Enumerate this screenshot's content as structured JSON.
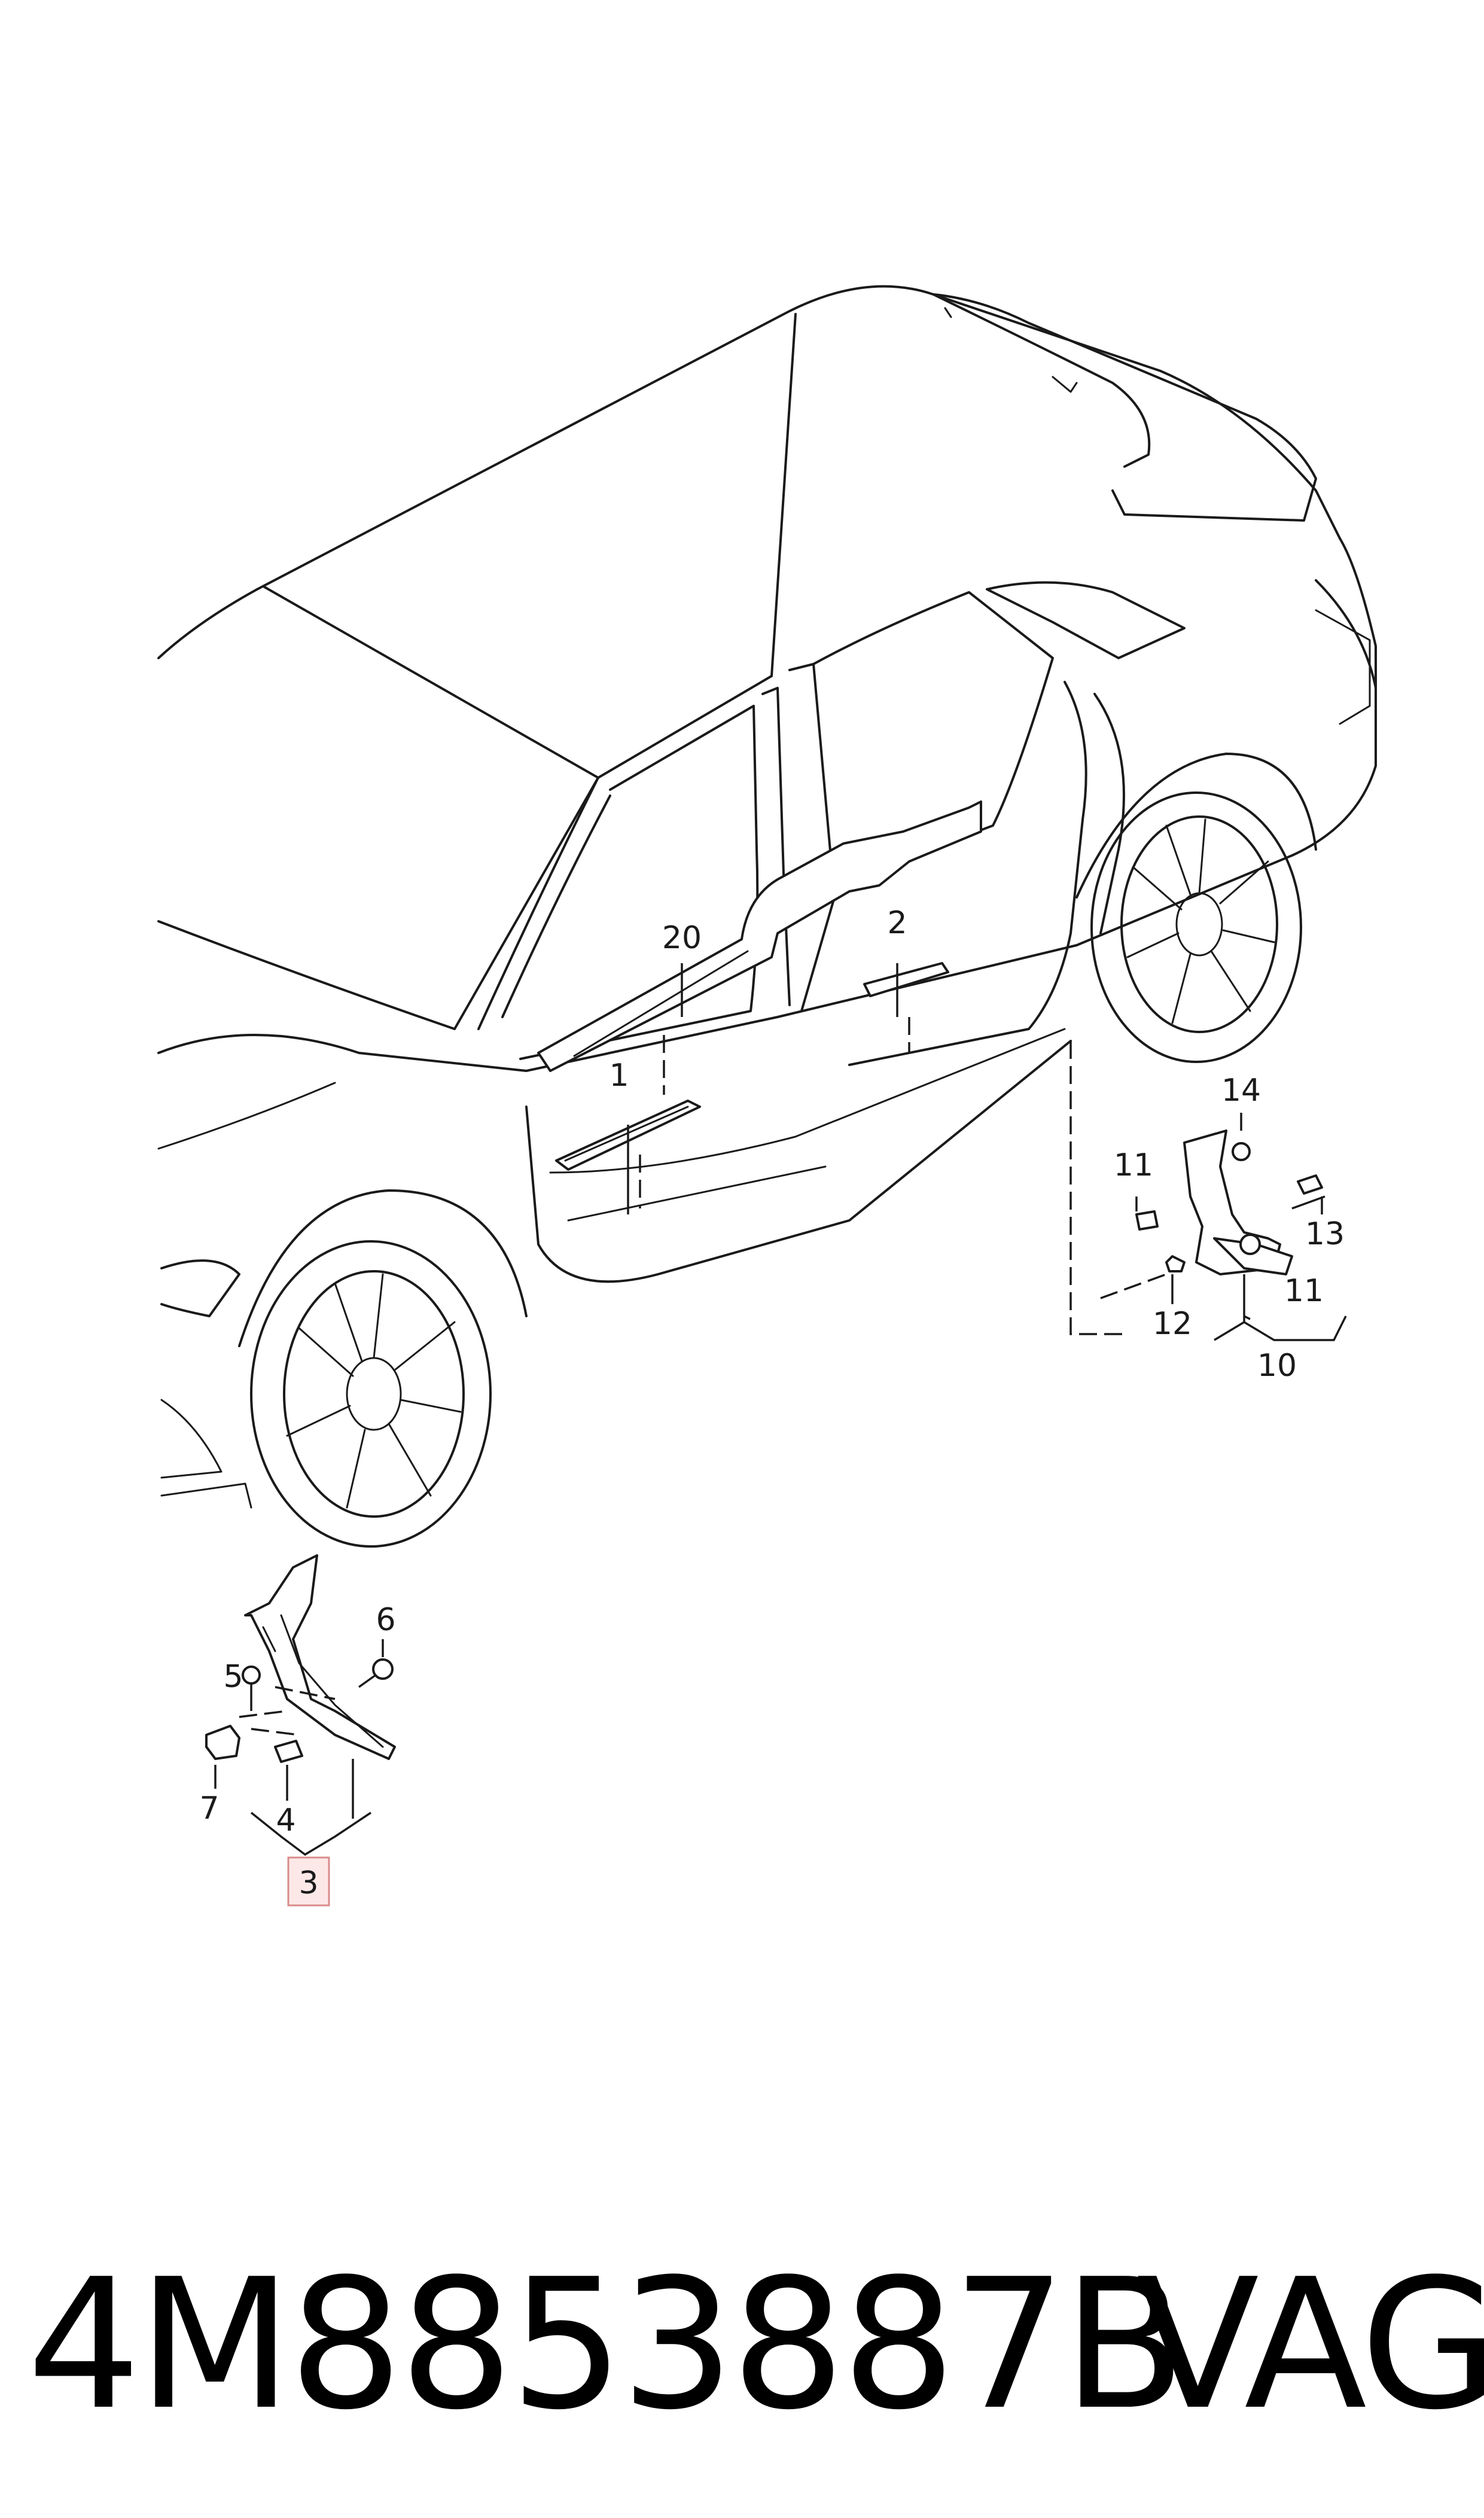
{
  "diagram": {
    "callouts": {
      "c1": "1",
      "c2": "2",
      "c3": "3",
      "c4": "4",
      "c5": "5",
      "c6": "6",
      "c7": "7",
      "c10": "10",
      "c11a": "11",
      "c11b": "11",
      "c12": "12",
      "c13": "13",
      "c14": "14",
      "c20": "20"
    },
    "highlighted_callout": "3",
    "highlight_color": "#fde8e8"
  },
  "footer": {
    "part_number": "4M8853887B",
    "brand": "VAG"
  }
}
